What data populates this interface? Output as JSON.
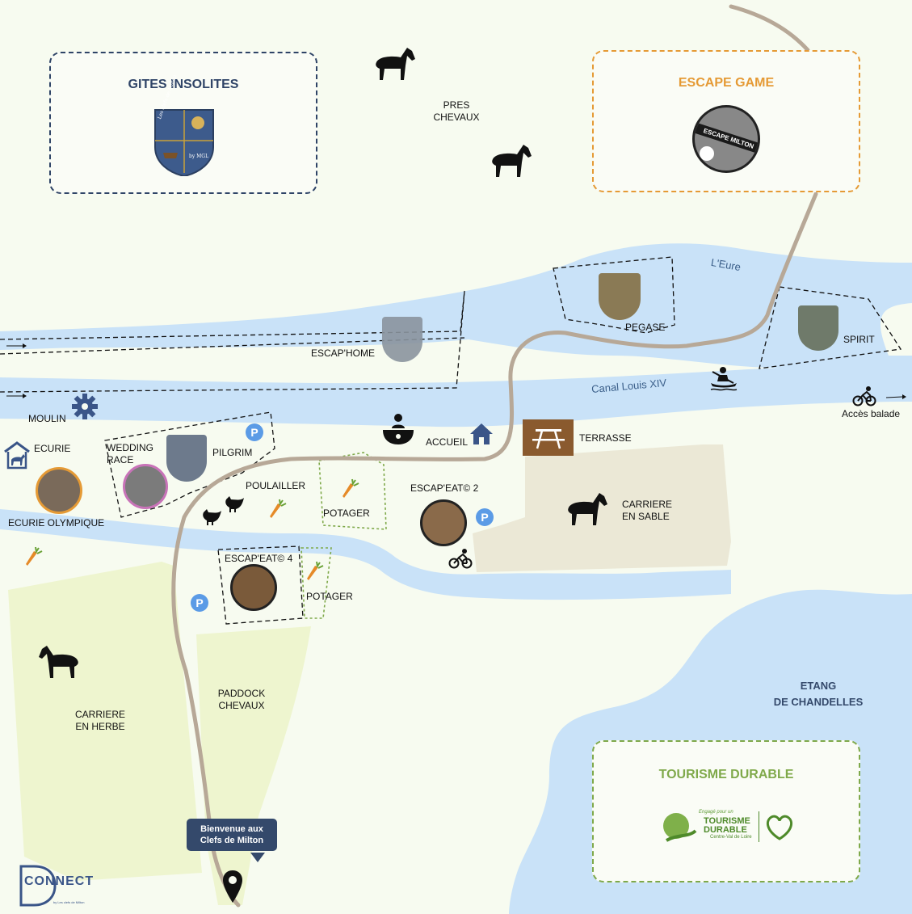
{
  "boxes": {
    "gites": {
      "title": "GITES INSOLITES",
      "logo_text_1": "Les clefs de Milton",
      "logo_text_2": "by MGL"
    },
    "escape": {
      "title": "ESCAPE GAME",
      "badge_text": "ESCAPE MILTON"
    },
    "tourisme": {
      "title": "TOURISME DURABLE",
      "logo_line1": "Engagé pour un",
      "logo_line2": "TOURISME",
      "logo_line3": "DURABLE",
      "logo_line4": "Centre-Val de Loire"
    }
  },
  "labels": {
    "pres_chevaux": "PRES\nCHEVAUX",
    "eure": "L'Eure",
    "canal": "Canal Louis XIV",
    "escap_home": "ESCAP'HOME",
    "pegase": "PEGASE",
    "spirit": "SPIRIT",
    "moulin": "MOULIN",
    "ecurie": "ECURIE",
    "wedding": "WEDDING\nRACE",
    "pilgrim": "PILGRIM",
    "ecurie_olympique": "ECURIE OLYMPIQUE",
    "poulailler": "POULAILLER",
    "potager1": "POTAGER",
    "accueil": "ACCUEIL",
    "terrasse": "TERRASSE",
    "escapeat2": "ESCAP'EAT© 2",
    "carriere_sable": "CARRIERE\nEN SABLE",
    "escapeat4": "ESCAP'EAT© 4",
    "potager2": "POTAGER",
    "carriere_herbe": "CARRIERE\nEN HERBE",
    "paddock": "PADDOCK\nCHEVAUX",
    "etang": "ETANG\nDE CHANDELLES",
    "acces_balade": "Accès balade"
  },
  "parking_label": "P",
  "welcome": "Bienvenue aux\nClefs de Milton",
  "brand": {
    "name": "CONNECT",
    "tagline": "by Les clefs de Milton"
  },
  "icons": {
    "horse": "horse-icon",
    "gear": "gear-icon",
    "stable": "stable-icon",
    "chicken": "chicken-icon",
    "carrot": "carrot-icon",
    "reception": "reception-icon",
    "house": "house-icon",
    "picnic": "picnic-table-icon",
    "kayak": "kayak-icon",
    "bike": "bike-icon",
    "pin": "map-pin-icon"
  },
  "colors": {
    "water": "#c9e2f8",
    "water_text": "#3b5f8a",
    "path": "#b7a897",
    "sand": "#ebe8d6",
    "grass": "#eef5cf",
    "navy": "#2f4467",
    "orange": "#e59a35",
    "green": "#7fa94a",
    "parking": "#5b9be6"
  }
}
